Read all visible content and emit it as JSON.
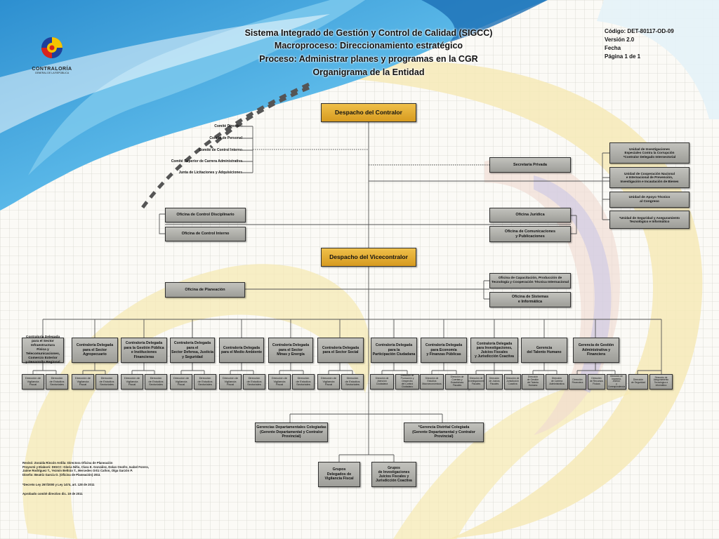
{
  "header": {
    "title_line1": "Sistema Integrado de Gestión y Control de Calidad (SIGCC)",
    "title_line2": "Macroproceso: Direccionamiento estratégico",
    "title_line3": "Proceso: Administrar planes y programas en la CGR",
    "title_line4": "Organigrama de la Entidad"
  },
  "meta": {
    "codigo": "Código: DET-80117-OD-09",
    "version": "Versión 2.0",
    "fecha": "Fecha",
    "pagina": "Página 1 de 1"
  },
  "logo": {
    "name": "CONTRALORÍA",
    "subtitle": "GENERAL DE LA REPÚBLICA",
    "colors": [
      "#f5c400",
      "#1f3f9a",
      "#d8241c"
    ]
  },
  "committees": [
    "Comité Directivo",
    "Comité de Personal",
    "Comité de Control Interno",
    "Comité Superior de Carrera Administrativa",
    "Junta de Licitaciones y Adquisiciones"
  ],
  "boxes": {
    "despacho_contralor": "Despacho del Contralor",
    "secretaria_privada": "Secretaría Privada",
    "ud_investigaciones": "Unidad de Investigaciones\nEspeciales Contra la Corrupción\n*Contralor Delegado Intersectorial",
    "ud_cooperacion": "Unidad de Cooperación Nacional\ne Internacional de Prevención,\nInvestigación e Incautación de Bienes",
    "ud_apoyo": "Unidad de Apoyo Técnico\nal Congreso",
    "ud_seguridad": "*Unidad de Seguridad y Aseguramiento\nTecnológico e Informático",
    "of_disciplinario": "Oficina de Control Disciplinario",
    "of_control_interno": "Oficina de Control Interno",
    "of_juridica": "Oficina Jurídica",
    "of_comunicaciones": "Oficina de Comunicaciones\ny Publicaciones",
    "despacho_vicecontralor": "Despacho del Vicecontralor",
    "of_capacitacion": "Oficina de Capacitación, Producción de\nTecnología y Cooperación Técnica Internacional",
    "of_planeacion": "Oficina de Planeación",
    "of_sistemas": "Oficina de Sistemas\ne Informática",
    "gerencias_departamentales": "Gerencias Departamentales Colegiadas\n(Gerente Departamental y Contralor Provincial)",
    "gerencia_distrital": "*Gerencia Distrital Colegiada\n(Gerente Departamental y Contralor Provincial)",
    "grupos_vigilancia": "Grupos\nDelegados de\nVigilancia Fiscal",
    "grupos_investigaciones": "Grupos\nde Investigaciones\nJuicios Fiscales y\nJurisdicción Coactiva"
  },
  "delegadas": [
    {
      "label": "Contraloría Delegada\npara el Sector Infraestructura\nFísica y Telecomunicaciones,\nComercio Exterior\ny Desarrollo Regional",
      "subs": [
        "Dirección de\nVigilancia Fiscal",
        "Dirección\nde Estudios\nSectoriales"
      ]
    },
    {
      "label": "Contraloría Delegada\npara el Sector Agropecuario",
      "subs": [
        "Dirección de\nVigilancia Fiscal",
        "Dirección\nde Estudios\nSectoriales"
      ]
    },
    {
      "label": "Contraloría Delegada\npara la Gestión Pública\ne Instituciones Financieras",
      "subs": [
        "Dirección de\nVigilancia Fiscal",
        "Dirección\nde Estudios\nSectoriales"
      ]
    },
    {
      "label": "Contraloría Delegada para el\nSector Defensa, Justicia\ny Seguridad",
      "subs": [
        "Dirección de\nVigilancia Fiscal",
        "Dirección\nde Estudios\nSectoriales"
      ]
    },
    {
      "label": "Contraloría Delegada\npara el Medio Ambiente",
      "subs": [
        "Dirección de\nVigilancia Fiscal",
        "Dirección\nde Estudios\nSectoriales"
      ]
    },
    {
      "label": "Contraloría Delegada\npara el Sector\nMinas y Energía",
      "subs": [
        "Dirección de\nVigilancia Fiscal",
        "Dirección\nde Estudios\nSectoriales"
      ]
    },
    {
      "label": "Contraloría Delegada\npara el Sector Social",
      "subs": [
        "Dirección de\nVigilancia Fiscal",
        "Dirección\nde Estudios\nSectoriales"
      ]
    },
    {
      "label": "Contraloría Delegada para la\nParticipación Ciudadana",
      "subs": [
        "Dirección de\nAtención Ciudadana",
        "Dirección de\nPromoción y Desarrollo\ndel Control Ciudadano"
      ]
    },
    {
      "label": "Contraloría Delegada\npara Economía\ny Finanzas Públicas",
      "subs": [
        "Dirección de\nEstudios\nMacroeconómicos",
        "Dirección de\nCuentas y Estadísticas\nFiscales"
      ]
    },
    {
      "label": "Contraloría Delegada\npara Investigaciones,\nJuicios Fiscales\ny Jurisdicción Coactiva",
      "subs": [
        "Dirección de\nInvestigaciones\nFiscales",
        "Dirección\nde Juicios\nFiscales",
        "Dirección de\nJurisdicción\nCoactiva"
      ]
    },
    {
      "label": "Gerencia\ndel Talento Humano",
      "subs": [
        "Dirección\nde Gestión\ndel Talento Humano",
        "Dirección\nde Carrera\nAdministrativa"
      ]
    },
    {
      "label": "Gerencia de Gestión\nAdministrativa y Financiera",
      "subs": [
        "Dirección\nFinanciera",
        "Dirección\nde Recursos\nFísicos",
        "Dirección de\nImprenta, Archivo\ny Correspondencia"
      ]
    },
    {
      "label": "",
      "subs": [
        "Dirección\nde Seguridad",
        "Dirección de\nAseguramiento\nTecnológico e\nInformático"
      ]
    }
  ],
  "footer": {
    "line1": "Revisó: Zoraida Rincón Ardila: Directora Oficina de Planeación\nProyectó y Elaboró: DIGCC: Gloria Niño, Clara E. González, Dolan Onofre, Isabel Forero,\nJaime Rodríguez T., Yezmin Beltrán T., Mercedes Ortiz Cañon, Olga Garzón P.\nDiseño: Beatriz García O. (Oficina de Planeación) 2011",
    "line2": "*Decreto Ley 267/2000 y Ley 1474, art. 128 de 2011",
    "line3": "Aprobado comité directivo dic. 19 de 2011"
  }
}
